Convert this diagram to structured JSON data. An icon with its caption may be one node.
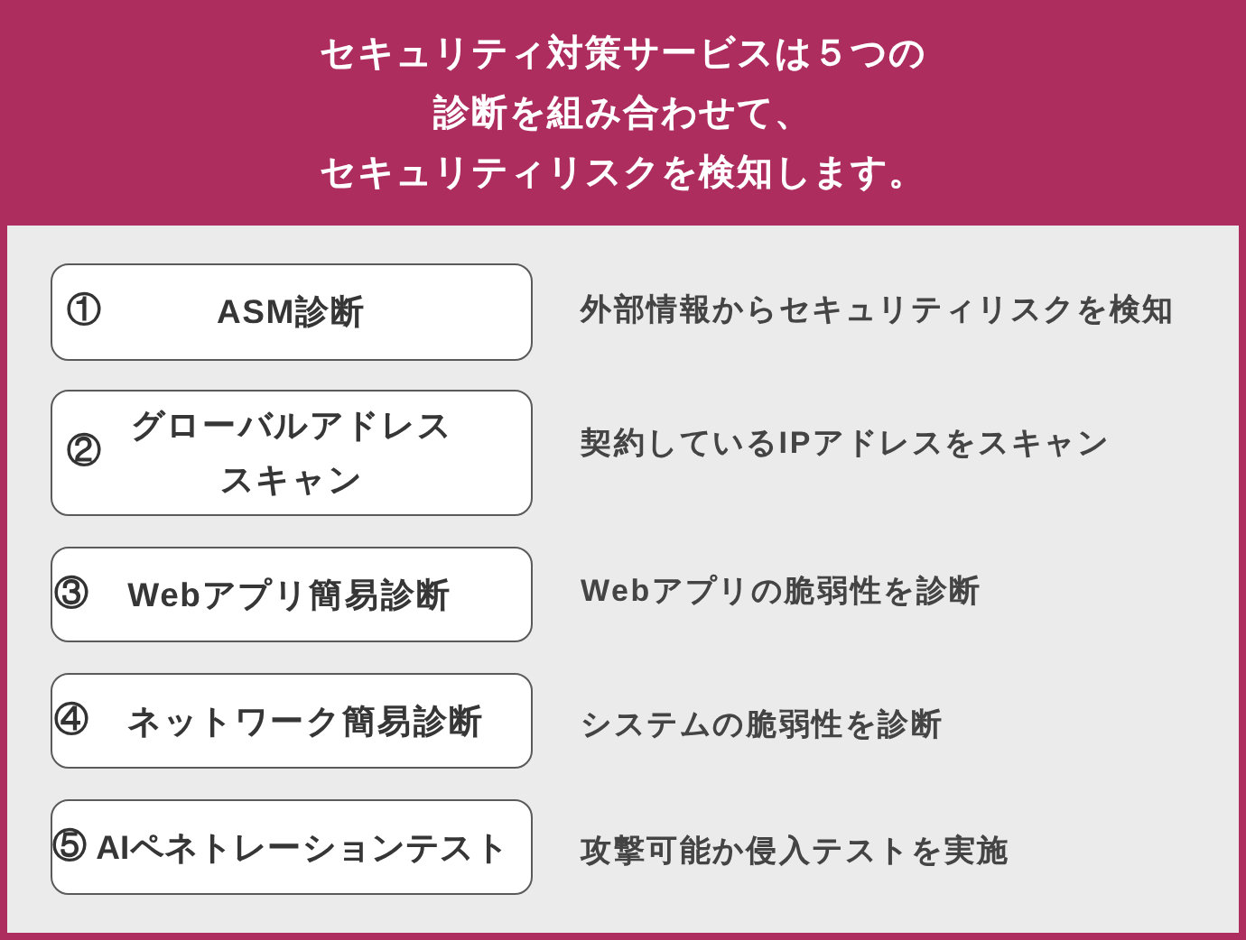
{
  "diagram": {
    "title": "セキュリティ対策サービスは５つの診断を組み合わせて、セキュリティリスクを検知します。",
    "nodes": [
      {
        "text": [
          "①",
          "ASM診断"
        ],
        "beside": [
          "外部情報からセキュリティリスクを検知"
        ]
      },
      {
        "text": [
          "②",
          "グローバルアドレススキャン"
        ],
        "beside": [
          "契約しているIPアドレスをスキャン"
        ]
      },
      {
        "text": [
          "③",
          "Webアプリ簡易診断"
        ],
        "beside": [
          "Webアプリの脆弱性を診断"
        ]
      },
      {
        "text": [
          "④",
          "ネットワーク簡易診断"
        ],
        "beside": [
          "システムの脆弱性を診断"
        ]
      },
      {
        "text": [
          "⑤",
          "AIペネトレーションテスト"
        ],
        "beside": [
          "攻撃可能か侵入テストを実施"
        ]
      }
    ]
  }
}
